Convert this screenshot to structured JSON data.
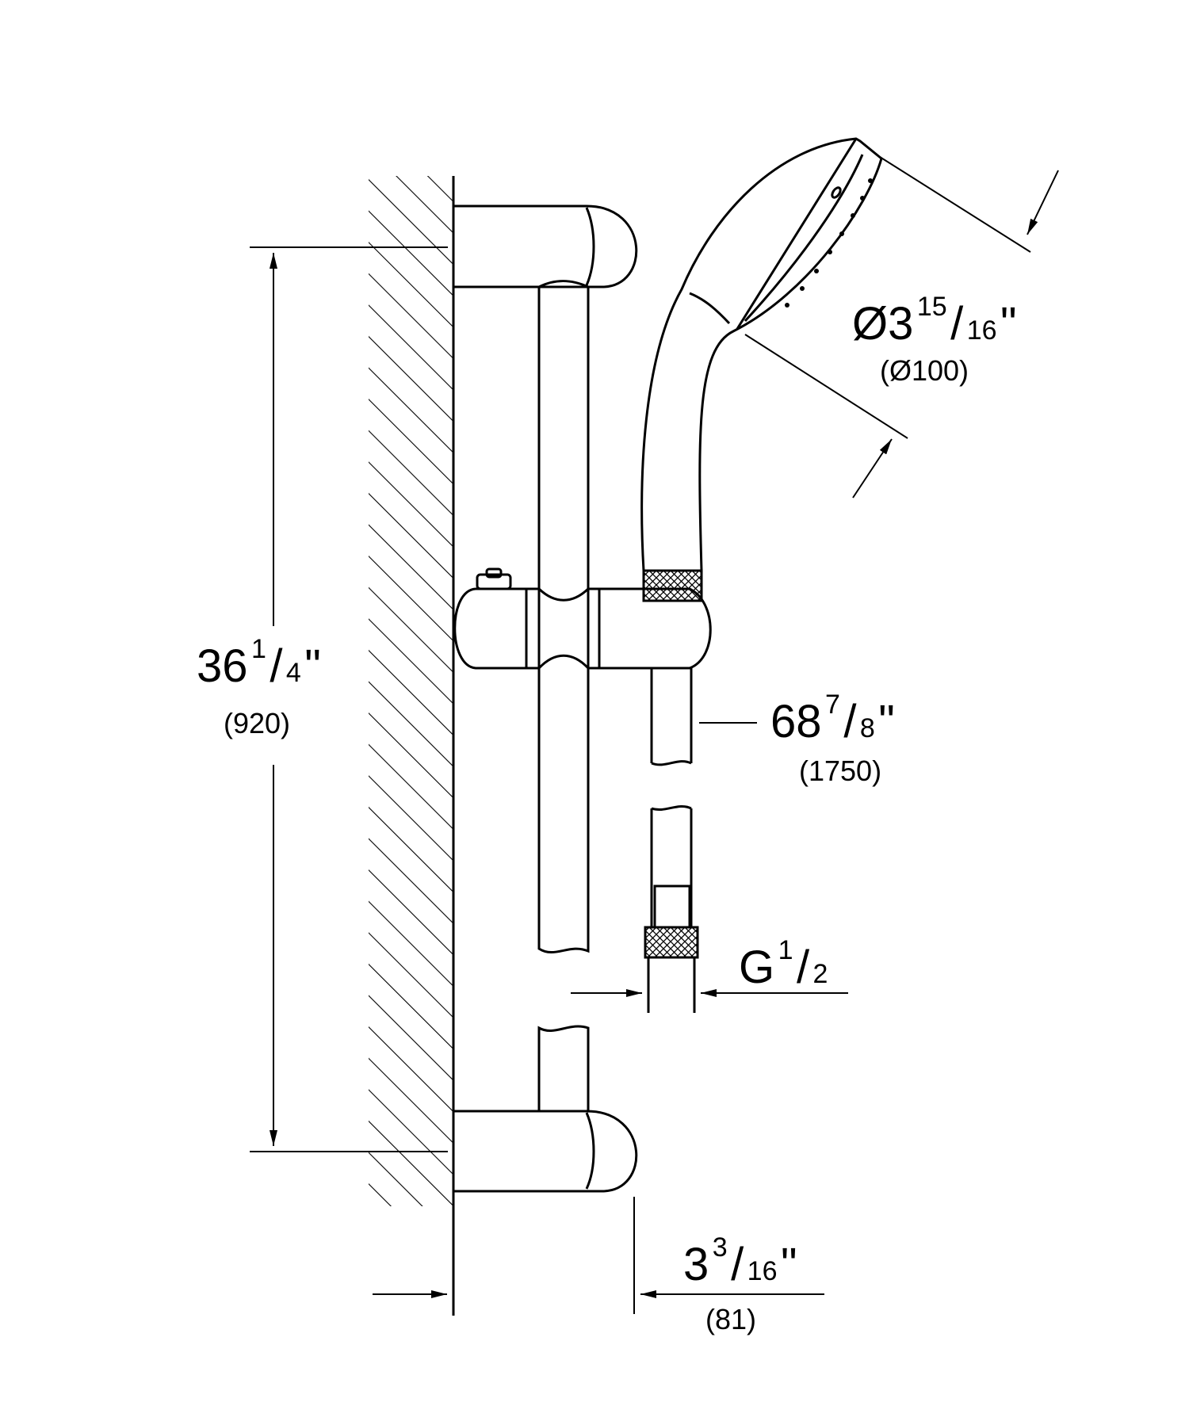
{
  "diagram": {
    "dimensions": {
      "height": {
        "whole": "36",
        "numerator": "1",
        "slash": "/",
        "denominator": "4",
        "inch_mark": "\"",
        "metric": "(920)"
      },
      "head_diameter": {
        "whole": "Ø3",
        "numerator": "15",
        "slash": "/",
        "denominator": "16",
        "inch_mark": "\"",
        "metric": "(Ø100)"
      },
      "hose_length": {
        "whole": "68",
        "numerator": "7",
        "slash": "/",
        "denominator": "8",
        "inch_mark": "\"",
        "metric": "(1750)"
      },
      "thread": {
        "whole": "G",
        "numerator": "1",
        "slash": "/",
        "denominator": "2"
      },
      "wall_projection": {
        "whole": "3",
        "numerator": "3",
        "slash": "/",
        "denominator": "16",
        "inch_mark": "\"",
        "metric": "(81)"
      }
    },
    "colors": {
      "line": "#000000",
      "background": "#ffffff"
    }
  }
}
